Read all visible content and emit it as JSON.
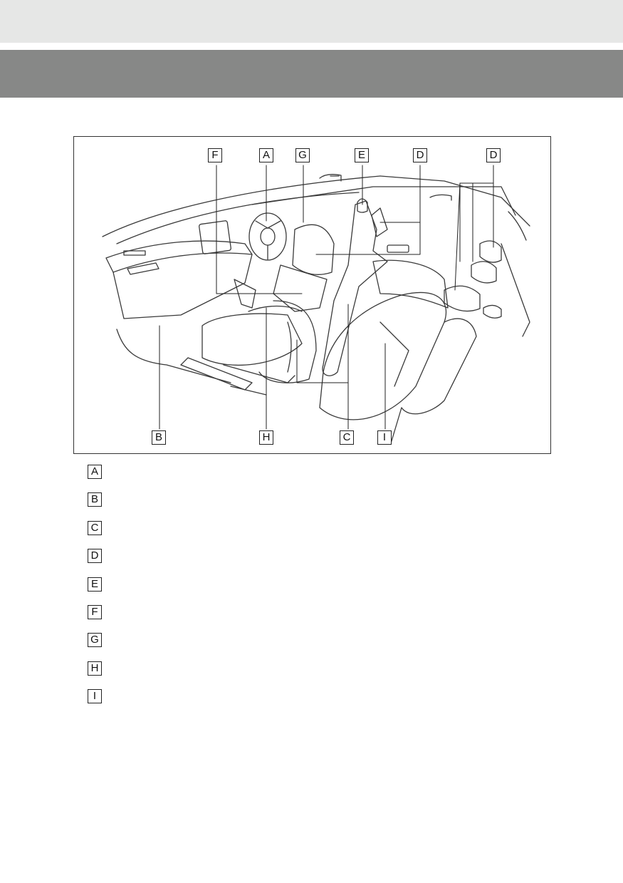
{
  "header": {
    "top_band_color": "#e6e7e6",
    "title_band_color": "#878887",
    "title": ""
  },
  "figure": {
    "callouts_top": [
      "F",
      "A",
      "G",
      "E",
      "D",
      "D"
    ],
    "callouts_bottom": [
      "B",
      "H",
      "C",
      "I"
    ]
  },
  "legend": [
    {
      "key": "A",
      "text": ""
    },
    {
      "key": "B",
      "text": ""
    },
    {
      "key": "C",
      "text": ""
    },
    {
      "key": "D",
      "text": ""
    },
    {
      "key": "E",
      "text": ""
    },
    {
      "key": "F",
      "text": ""
    },
    {
      "key": "G",
      "text": ""
    },
    {
      "key": "H",
      "text": ""
    },
    {
      "key": "I",
      "text": ""
    }
  ]
}
